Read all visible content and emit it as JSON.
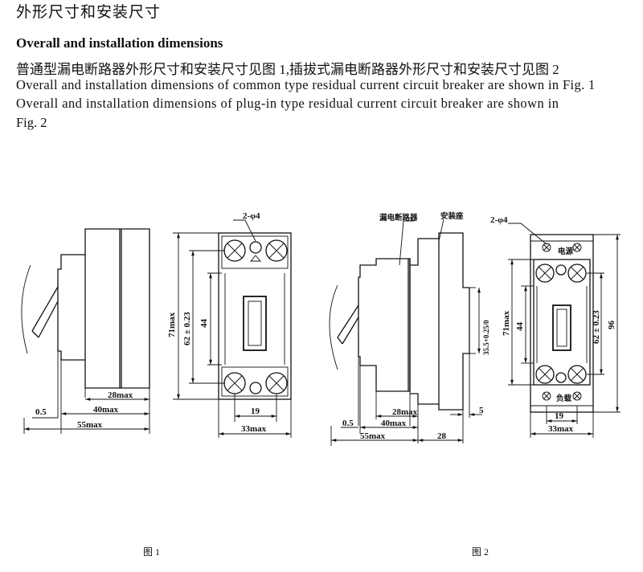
{
  "header": {
    "title_cn": "外形尺寸和安装尺寸",
    "title_en": "Overall and installation dimensions"
  },
  "body": {
    "line_cn": "普通型漏电断路器外形尺寸和安装尺寸见图 1,插拔式漏电断路器外形尺寸和安装尺寸见图 2",
    "line_en1": "Overall and installation dimensions of common type residual current circuit breaker are shown in Fig. 1",
    "line_en2": "Overall and installation dimensions of plug-in type residual current circuit breaker are shown in",
    "line_en3": "Fig. 2"
  },
  "fig1": {
    "caption": "图 1",
    "dims": {
      "hole": "2-φ4",
      "h71": "71max",
      "h62": "62 ± 0.23",
      "h44": "44",
      "w28": "28max",
      "w40": "40max",
      "w55": "55max",
      "w05": "0.5",
      "w19": "19",
      "w33": "33max"
    }
  },
  "fig2": {
    "caption": "图 2",
    "labels": {
      "breaker": "漏电断路器",
      "base": "安装座",
      "power": "电源",
      "load": "负载"
    },
    "dims": {
      "hole": "2-φ4",
      "h71": "71max",
      "h62": "62 ± 0.23",
      "h44": "44",
      "h96": "96",
      "h355": "35.5+0.25/0",
      "w28": "28max",
      "w40": "40max",
      "w55": "55max",
      "w05": "0.5",
      "w28b": "28",
      "w5": "5",
      "w19": "19",
      "w33": "33max"
    }
  }
}
